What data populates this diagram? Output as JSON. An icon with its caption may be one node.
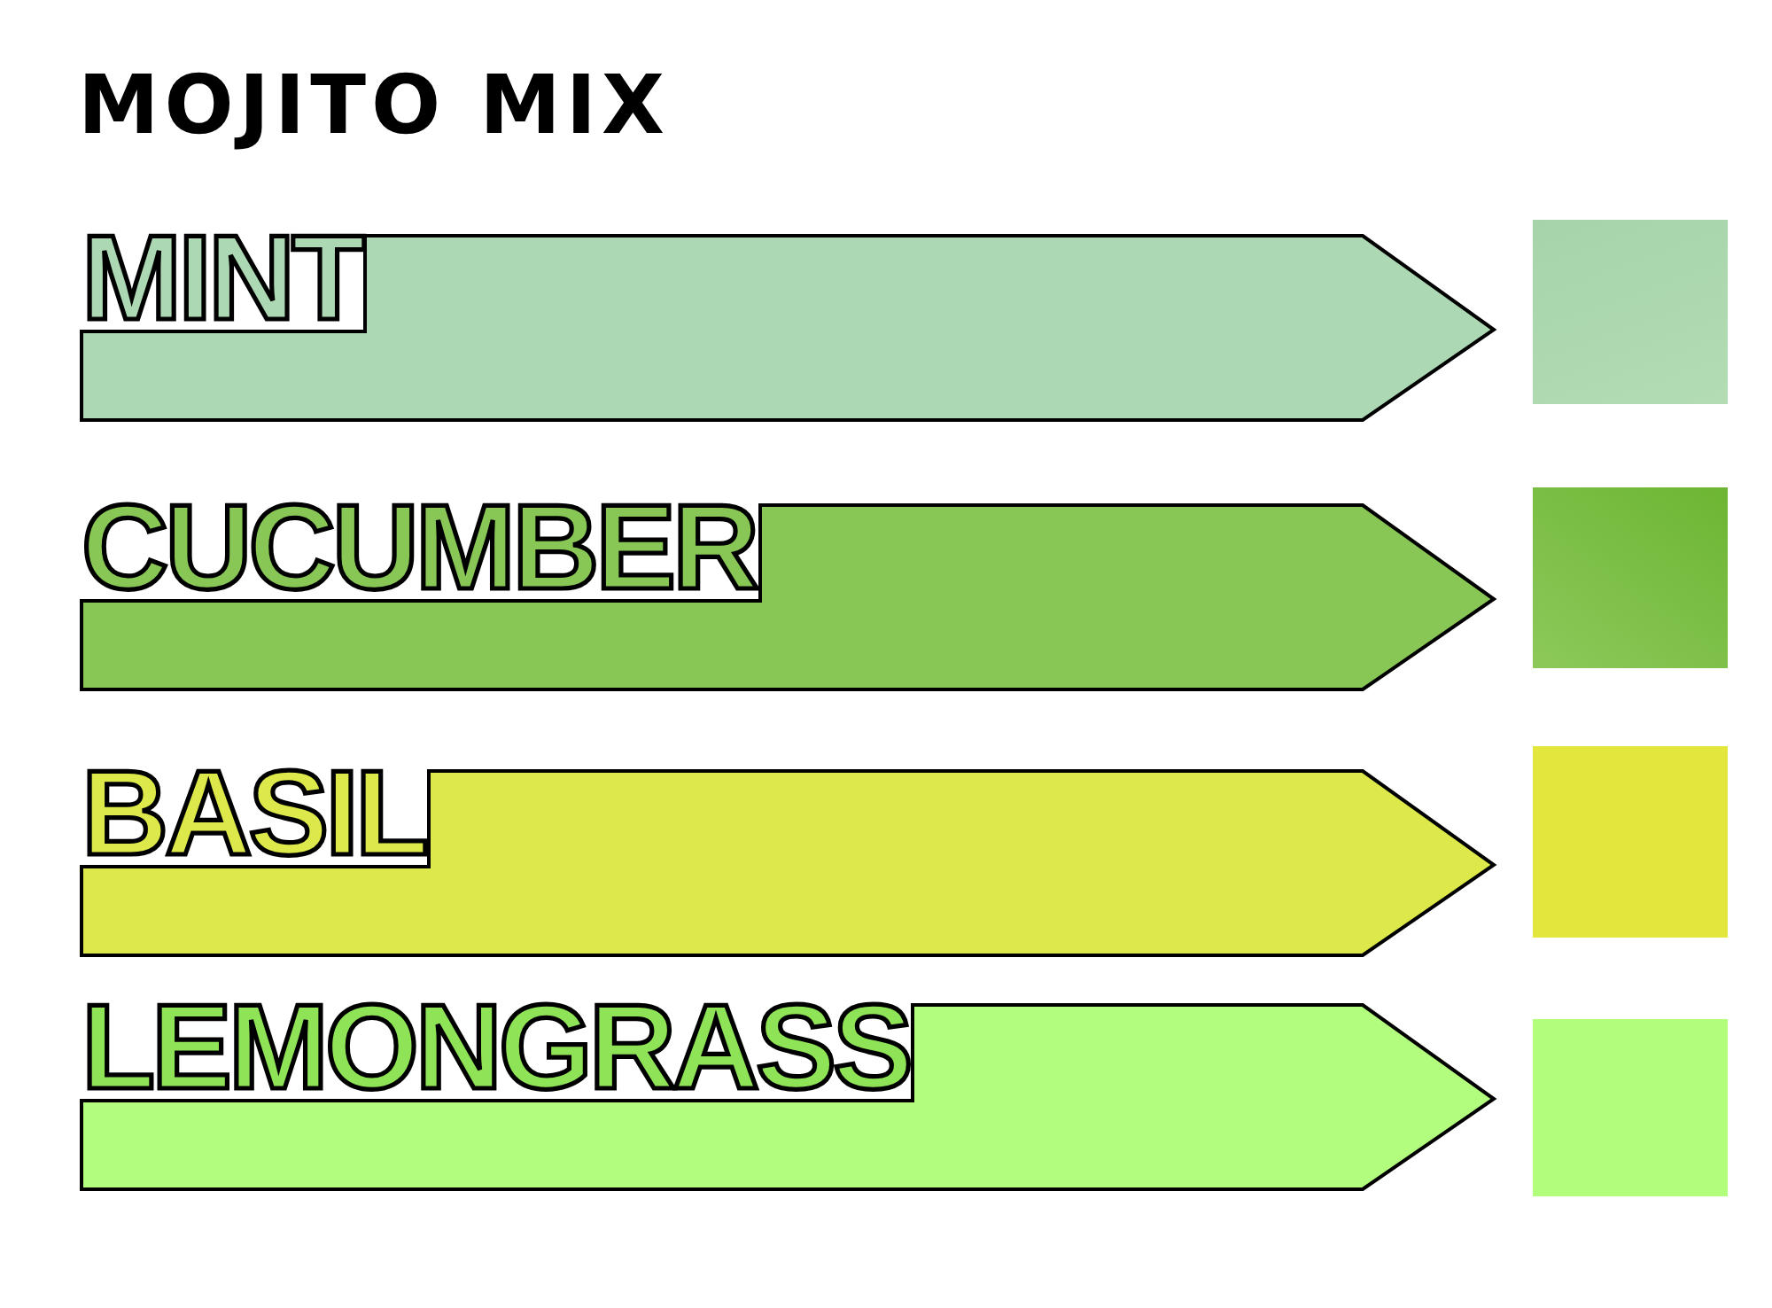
{
  "diagram": {
    "title": "MOJITO MIX",
    "nodes": [
      {
        "text": [
          "MINT"
        ]
      },
      {
        "text": [],
        "shape": "box"
      },
      {
        "text": [
          "CUCUMBER"
        ]
      },
      {
        "text": [],
        "shape": "box"
      },
      {
        "text": [
          "BASIL"
        ]
      },
      {
        "text": [],
        "shape": "box"
      },
      {
        "text": [
          "LEMONGRASS"
        ]
      },
      {
        "text": [],
        "shape": "box"
      }
    ]
  }
}
